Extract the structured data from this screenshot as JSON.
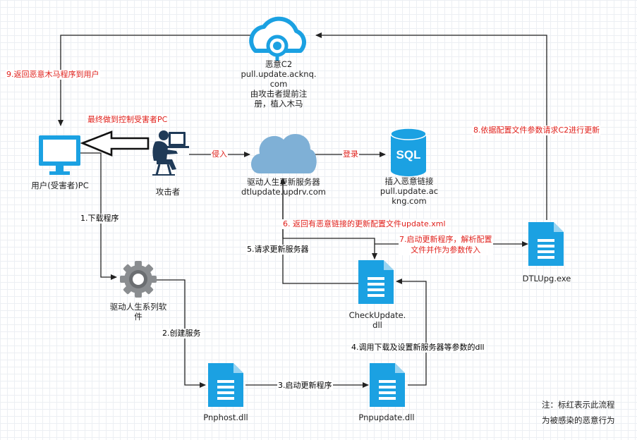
{
  "nodes": {
    "c2": {
      "lines": [
        "恶意C2",
        "pull.update.acknq.",
        "com",
        "由攻击者提前注",
        "册，植入木马"
      ]
    },
    "user_pc": {
      "label": "用户(受害者)PC"
    },
    "attacker": {
      "label": "攻击者"
    },
    "server": {
      "lines": [
        "驱动人生更新服务器",
        "dtlupdate.updrv.com"
      ]
    },
    "sql": {
      "icon_text": "SQL",
      "lines": [
        "插入恶意链接",
        "pull.update.ac",
        "kng.com"
      ]
    },
    "dtlupg": {
      "label": "DTLUpg.exe"
    },
    "software": {
      "lines": [
        "驱动人生系列软",
        "件"
      ]
    },
    "checkupdate": {
      "lines": [
        "CheckUpdate.",
        "dll"
      ]
    },
    "pnphost": {
      "label": "Pnphost.dll"
    },
    "pnpupdate": {
      "label": "Pnpupdate.dll"
    }
  },
  "edges": {
    "e9": "9.返回恶意木马程序到用户",
    "control": "最终做到控制受害者PC",
    "invade": "侵入",
    "login": "登录",
    "e1": "1.下载程序",
    "e2": "2.创建服务",
    "e3": "3.启动更新程序",
    "e4": "4.调用下载及设置新服务器等参数的dll",
    "e5": "5.请求更新服务器",
    "e6": "6. 返回有恶意链接的更新配置文件update.xml",
    "e7_line1": "7.启动更新程序，解析配置",
    "e7_line2": "文件并作为参数传入",
    "e8": "8.依据配置文件参数请求C2进行更新"
  },
  "note": {
    "line1": "注：标红表示此流程",
    "line2": "为被感染的恶意行为"
  },
  "colors": {
    "blue": "#1ba1e2",
    "cloud": "#7fb0d6",
    "red": "#e0201b",
    "line": "#222222"
  }
}
